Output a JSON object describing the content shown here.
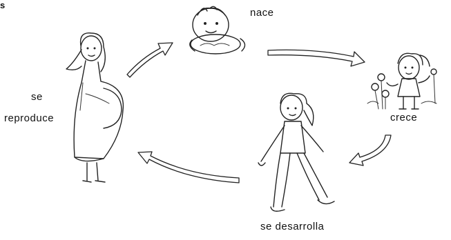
{
  "corner_mark": "s",
  "stages": {
    "born": "nace",
    "grows": "crece",
    "develops": "se desarrolla",
    "reproduces_line1": "se",
    "reproduces_line2": "reproduce"
  },
  "colors": {
    "ink": "#222222",
    "background": "#ffffff"
  }
}
